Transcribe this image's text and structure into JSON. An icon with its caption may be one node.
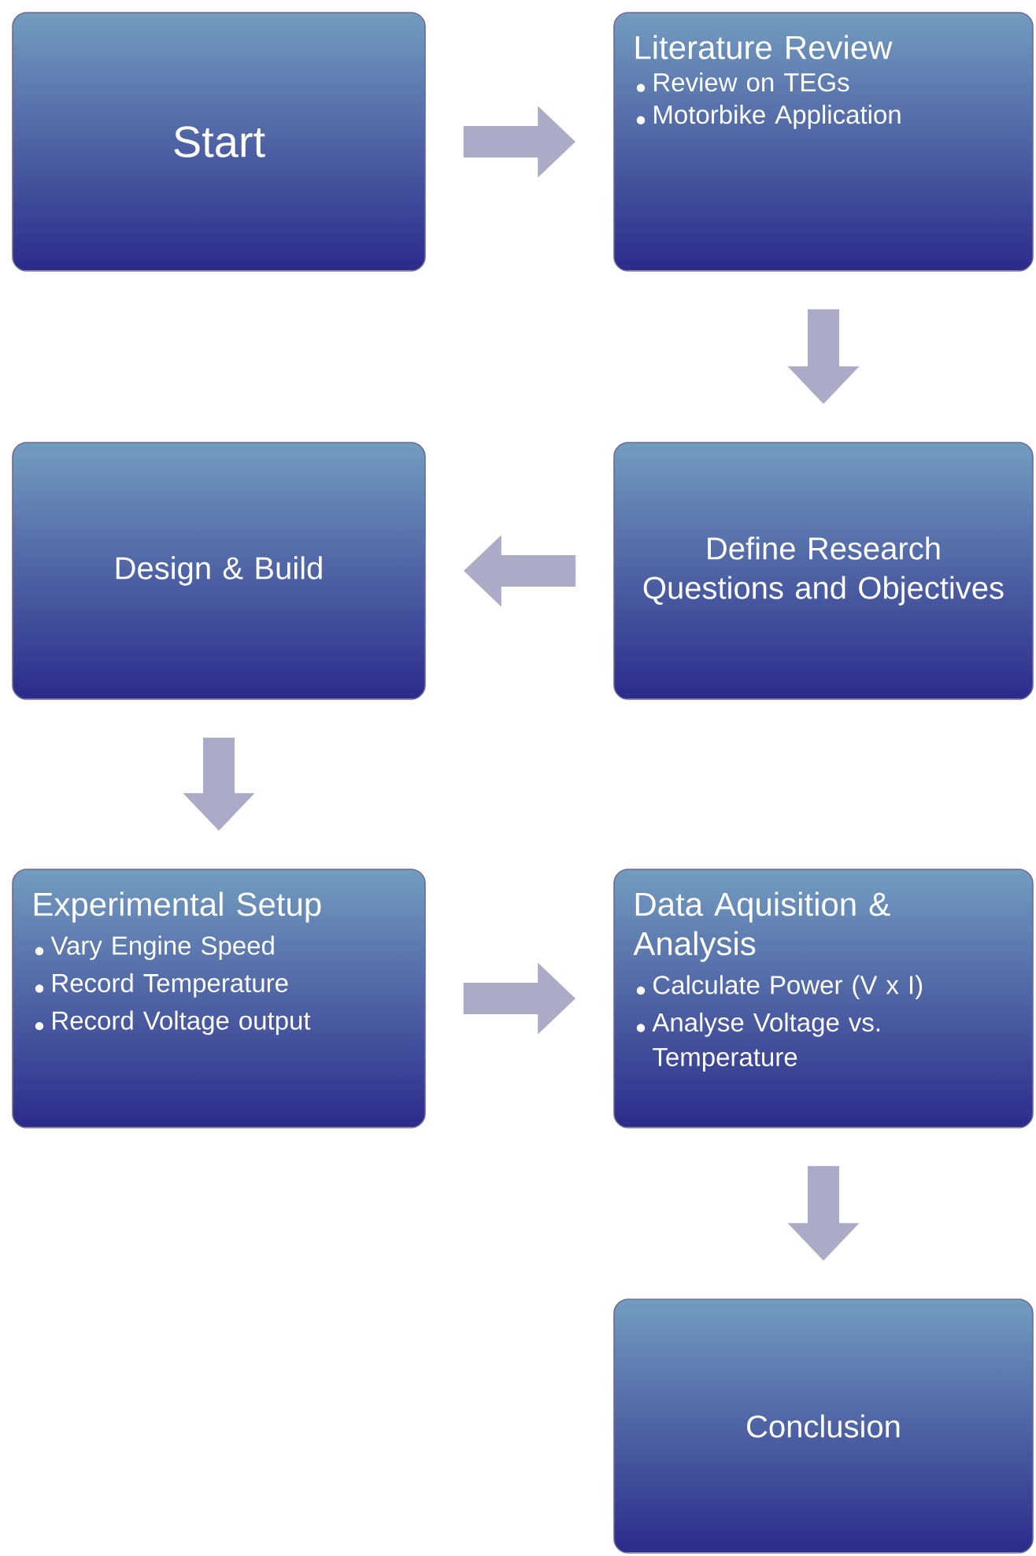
{
  "diagram": {
    "nodes": [
      {
        "text": [
          "Start"
        ]
      },
      {
        "text": [
          "Literature Review",
          "Review on TEGs",
          "Motorbike Application"
        ]
      },
      {
        "text": [
          "Define Research Questions and Objectives"
        ]
      },
      {
        "text": [
          "Design & Build"
        ]
      },
      {
        "text": [
          "Experimental Setup",
          "Vary Engine Speed",
          "Record Temperature",
          "Record Voltage output"
        ]
      },
      {
        "text": [
          "Data Aquisition & Analysis",
          "Calculate Power (V x I)",
          "Analyse Voltage vs. Temperature"
        ]
      },
      {
        "text": [
          "Conclusion"
        ]
      }
    ],
    "edges": [
      {
        "from": 0,
        "to": 1,
        "arrow": "to"
      },
      {
        "from": 1,
        "to": 2,
        "arrow": "to"
      },
      {
        "from": 2,
        "to": 3,
        "arrow": "to"
      },
      {
        "from": 3,
        "to": 4,
        "arrow": "to"
      },
      {
        "from": 4,
        "to": 5,
        "arrow": "to"
      },
      {
        "from": 5,
        "to": 6,
        "arrow": "to"
      }
    ]
  }
}
